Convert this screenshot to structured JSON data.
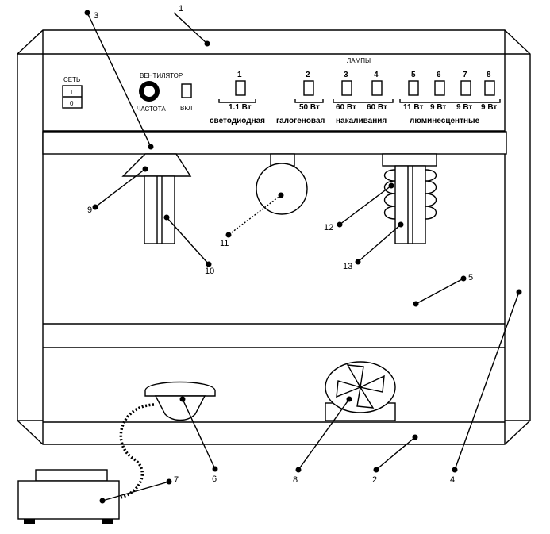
{
  "panel": {
    "power_label": "СЕТЬ",
    "power_on": "I",
    "power_off": "0",
    "fan_label": "ВЕНТИЛЯТОР",
    "freq_label": "ЧАСТОТА",
    "fan_switch_label": "ВКЛ",
    "lamps_label": "ЛАМПЫ",
    "lamps": [
      {
        "num": "1",
        "power": "1.1 Вт"
      },
      {
        "num": "2",
        "power": "50 Вт"
      },
      {
        "num": "3",
        "power": "60 Вт"
      },
      {
        "num": "4",
        "power": "60 Вт"
      },
      {
        "num": "5",
        "power": "11 Вт"
      },
      {
        "num": "6",
        "power": "9 Вт"
      },
      {
        "num": "7",
        "power": "9 Вт"
      },
      {
        "num": "8",
        "power": "9 Вт"
      }
    ],
    "categories": [
      "светодиодная",
      "галогеновая",
      "накаливания",
      "люминесцентные"
    ]
  },
  "callouts": [
    "1",
    "2",
    "3",
    "4",
    "5",
    "6",
    "7",
    "8",
    "9",
    "10",
    "11",
    "12",
    "13"
  ]
}
